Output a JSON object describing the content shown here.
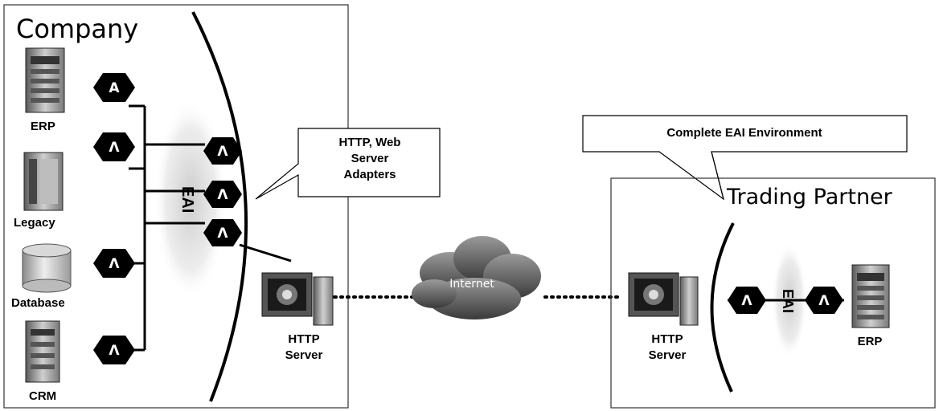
{
  "company": {
    "title": "Company",
    "systems": {
      "erp": "ERP",
      "legacy": "Legacy",
      "database": "Database",
      "crm": "CRM"
    },
    "bus_label": "EAI",
    "http_server": [
      "HTTP",
      "Server"
    ]
  },
  "adapters": {
    "erp": "A",
    "other": "Λ"
  },
  "callouts": {
    "web_adapters": [
      "HTTP, Web",
      "Server",
      "Adapters"
    ],
    "complete_env": "Complete EAI Environment"
  },
  "internet": "Internet",
  "partner": {
    "title": "Trading Partner",
    "bus_label": "EAI",
    "http_server": [
      "HTTP",
      "Server"
    ],
    "erp": "ERP"
  }
}
